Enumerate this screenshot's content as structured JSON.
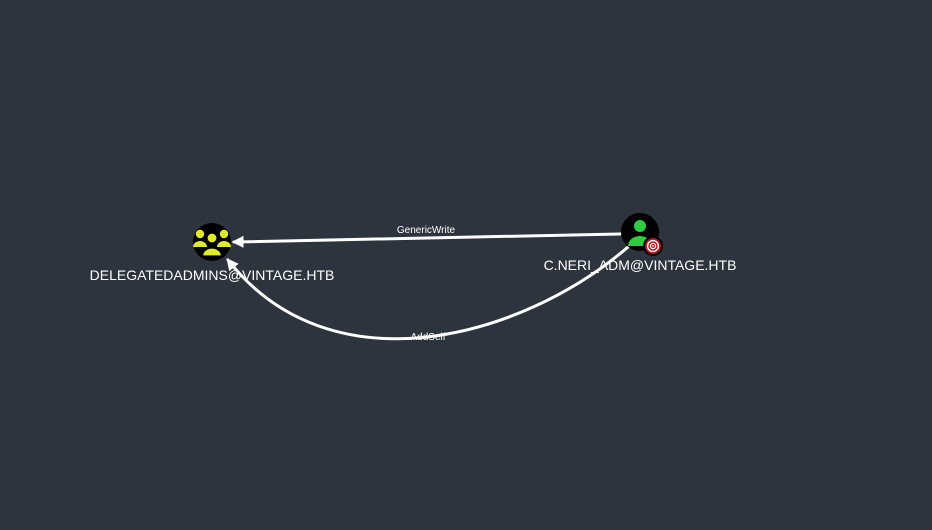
{
  "graph": {
    "colors": {
      "background": "#2e343d",
      "edge": "#ffffff",
      "node_fill": "#000000",
      "group_icon": "#e0ea27",
      "user_icon": "#2ecc40",
      "target_badge": "#c0141b",
      "text": "#ffffff"
    },
    "nodes": [
      {
        "id": "delegatedadmins",
        "kind": "group",
        "icon": "users-group-icon",
        "label": "DELEGATEDADMINS@VINTAGE.HTB"
      },
      {
        "id": "c-neri-adm",
        "kind": "user",
        "icon": "user-icon",
        "badge": "target-icon",
        "label": "C.NERI_ADM@VINTAGE.HTB"
      }
    ],
    "edges": [
      {
        "id": "generic-write",
        "from": "c-neri-adm",
        "to": "delegatedadmins",
        "label": "GenericWrite"
      },
      {
        "id": "add-self",
        "from": "c-neri-adm",
        "to": "delegatedadmins",
        "label": "AddSelf"
      }
    ]
  }
}
